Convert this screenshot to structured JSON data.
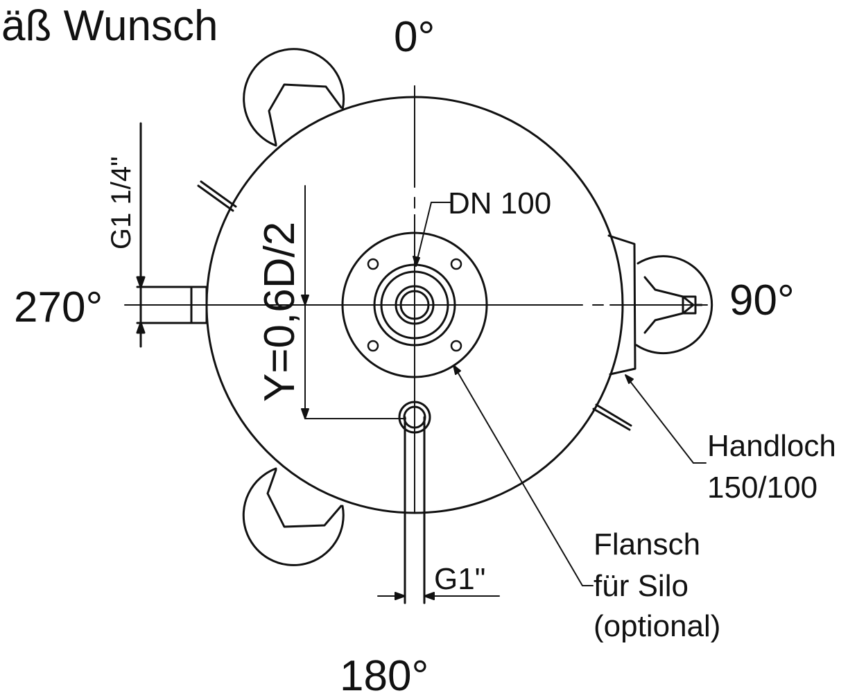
{
  "title_fragment": "äß Wunsch",
  "angles": {
    "top": "0°",
    "right": "90°",
    "bottom": "180°",
    "left": "270°"
  },
  "dimensions": {
    "side_connection": "G1 1/4\"",
    "offset": "Y=0,6D/2",
    "bottom_connection": "G1\""
  },
  "callouts": {
    "center_nozzle": "DN 100",
    "handhole_line1": "Handloch",
    "handhole_line2": "150/100",
    "flange_line1": "Flansch",
    "flange_line2": "für Silo",
    "flange_line3": "(optional)"
  },
  "line_color": "#111111",
  "background": "#ffffff"
}
